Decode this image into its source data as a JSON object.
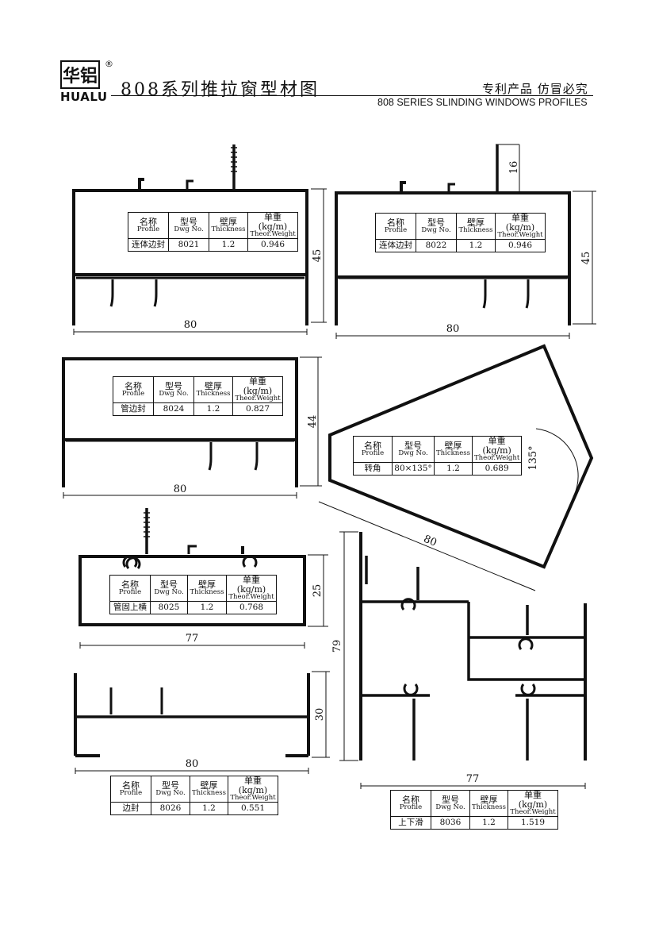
{
  "header": {
    "logo_cn": "华铝",
    "logo_en": "HUALU",
    "logo_reg": "®",
    "title_cn": "808系列推拉窗型材图",
    "patent_text": "专利产品  仿冒必究",
    "title_en": "808 SERIES SLINDING WINDOWS PROFILES"
  },
  "table_headers": {
    "name_cn": "名称",
    "name_en": "Profile",
    "dwg_cn": "型号",
    "dwg_en": "Dwg No.",
    "thick_cn": "壁厚",
    "thick_en": "Thickness",
    "weight_cn": "单重(kg/m)",
    "weight_en": "Theor.Weight"
  },
  "profiles": [
    {
      "name": "连体边封",
      "dwg": "8021",
      "thickness": "1.2",
      "weight": "0.946",
      "dims": {
        "width": "80",
        "height": "45"
      }
    },
    {
      "name": "连体边封",
      "dwg": "8022",
      "thickness": "1.2",
      "weight": "0.946",
      "dims": {
        "width": "80",
        "height": "45",
        "tab": "16"
      }
    },
    {
      "name": "管边封",
      "dwg": "8024",
      "thickness": "1.2",
      "weight": "0.827",
      "dims": {
        "width": "80",
        "height": "44"
      }
    },
    {
      "name": "转角",
      "dwg": "80×135°",
      "thickness": "1.2",
      "weight": "0.689",
      "dims": {
        "width": "80",
        "angle": "135°"
      }
    },
    {
      "name": "管固上横",
      "dwg": "8025",
      "thickness": "1.2",
      "weight": "0.768",
      "dims": {
        "width": "77",
        "height": "25"
      }
    },
    {
      "name": "边封",
      "dwg": "8026",
      "thickness": "1.2",
      "weight": "0.551",
      "dims": {
        "width": "80",
        "height": "30"
      }
    },
    {
      "name": "上下滑",
      "dwg": "8036",
      "thickness": "1.2",
      "weight": "1.519",
      "dims": {
        "width": "77",
        "height": "79"
      }
    }
  ]
}
